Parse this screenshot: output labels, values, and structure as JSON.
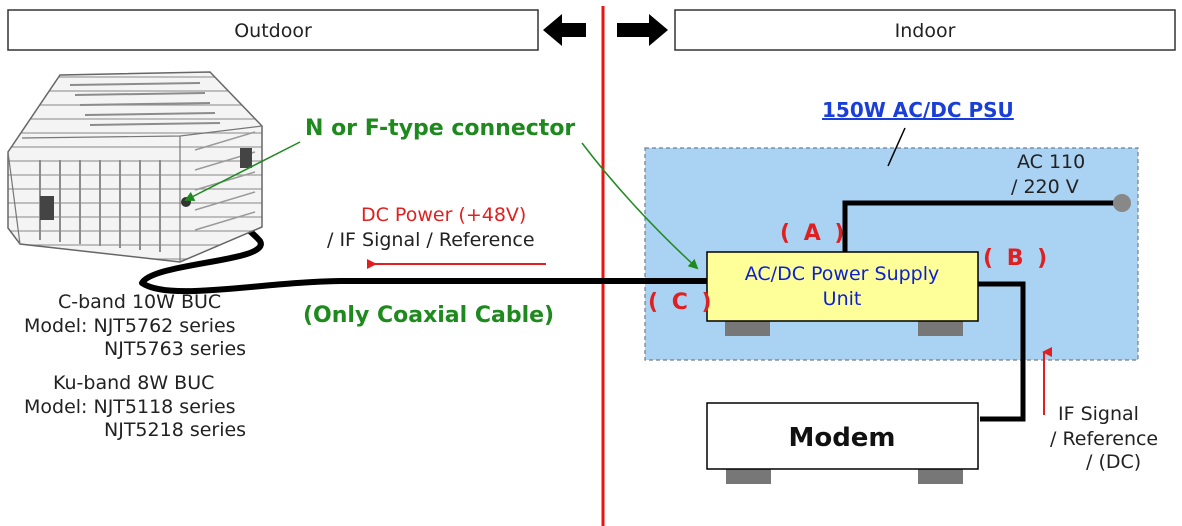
{
  "header": {
    "outdoor": "Outdoor",
    "indoor": "Indoor"
  },
  "connector_label": "N or F-type connector",
  "psu_title": "150W AC/DC PSU",
  "ac_input": {
    "line1": "AC 110",
    "line2": "/ 220 V"
  },
  "cable": {
    "power_text": "DC Power (+48V)",
    "signal_text": "/ IF Signal / Reference",
    "type_text": "(Only Coaxial Cable)"
  },
  "ports": {
    "a": "( A )",
    "b": "( B )",
    "c": "( C )"
  },
  "psu_unit": {
    "line1": "AC/DC Power Supply",
    "line2": "Unit"
  },
  "modem": {
    "label": "Modem"
  },
  "modem_signal": {
    "line1": "IF Signal",
    "line2": "/ Reference",
    "line3": "/ (DC)"
  },
  "buc_c": {
    "line1": "C-band 10W BUC",
    "line2": "Model: NJT5762 series",
    "line3": "NJT5763 series"
  },
  "buc_ku": {
    "line1": "Ku-band 8W BUC",
    "line2": "Model: NJT5118 series",
    "line3": "NJT5218 series"
  },
  "colors": {
    "divider": "#ee1111",
    "psu_area": "#a9d2f3",
    "psu_box": "#ffff99",
    "connector_green": "#1e8a1e",
    "arrow_red": "#e02020",
    "cable": "#000000"
  },
  "icons": [
    "buc-heatsink-icon",
    "arrow-left-icon",
    "arrow-right-icon"
  ]
}
